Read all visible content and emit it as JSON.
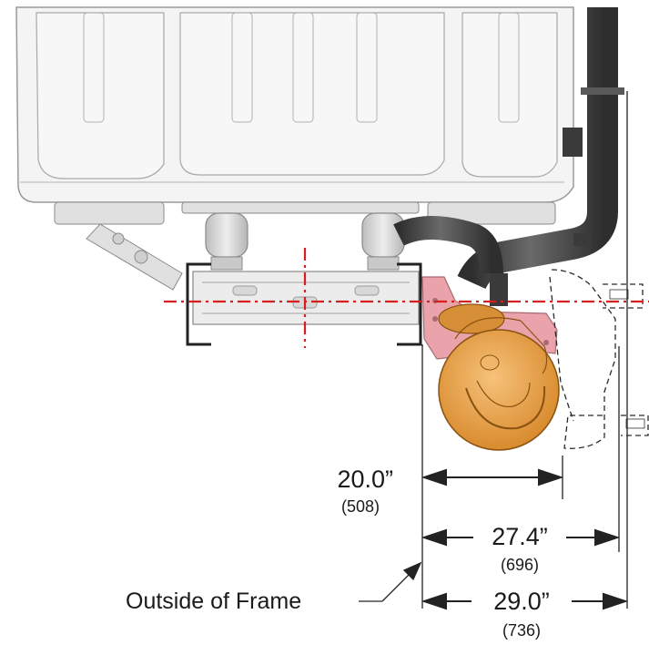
{
  "dimensions": [
    {
      "inches": "20.0”",
      "mm": "(508)"
    },
    {
      "inches": "27.4”",
      "mm": "(696)"
    },
    {
      "inches": "29.0”",
      "mm": "(736)"
    }
  ],
  "callout_label": "Outside of Frame",
  "colors": {
    "centerline": "#d62020",
    "dpf_body": "#e8a04a",
    "bracket": "#e8a0a8",
    "exhaust_pipe": "#4a4a4a",
    "cab_outline": "#9a9a9a"
  }
}
